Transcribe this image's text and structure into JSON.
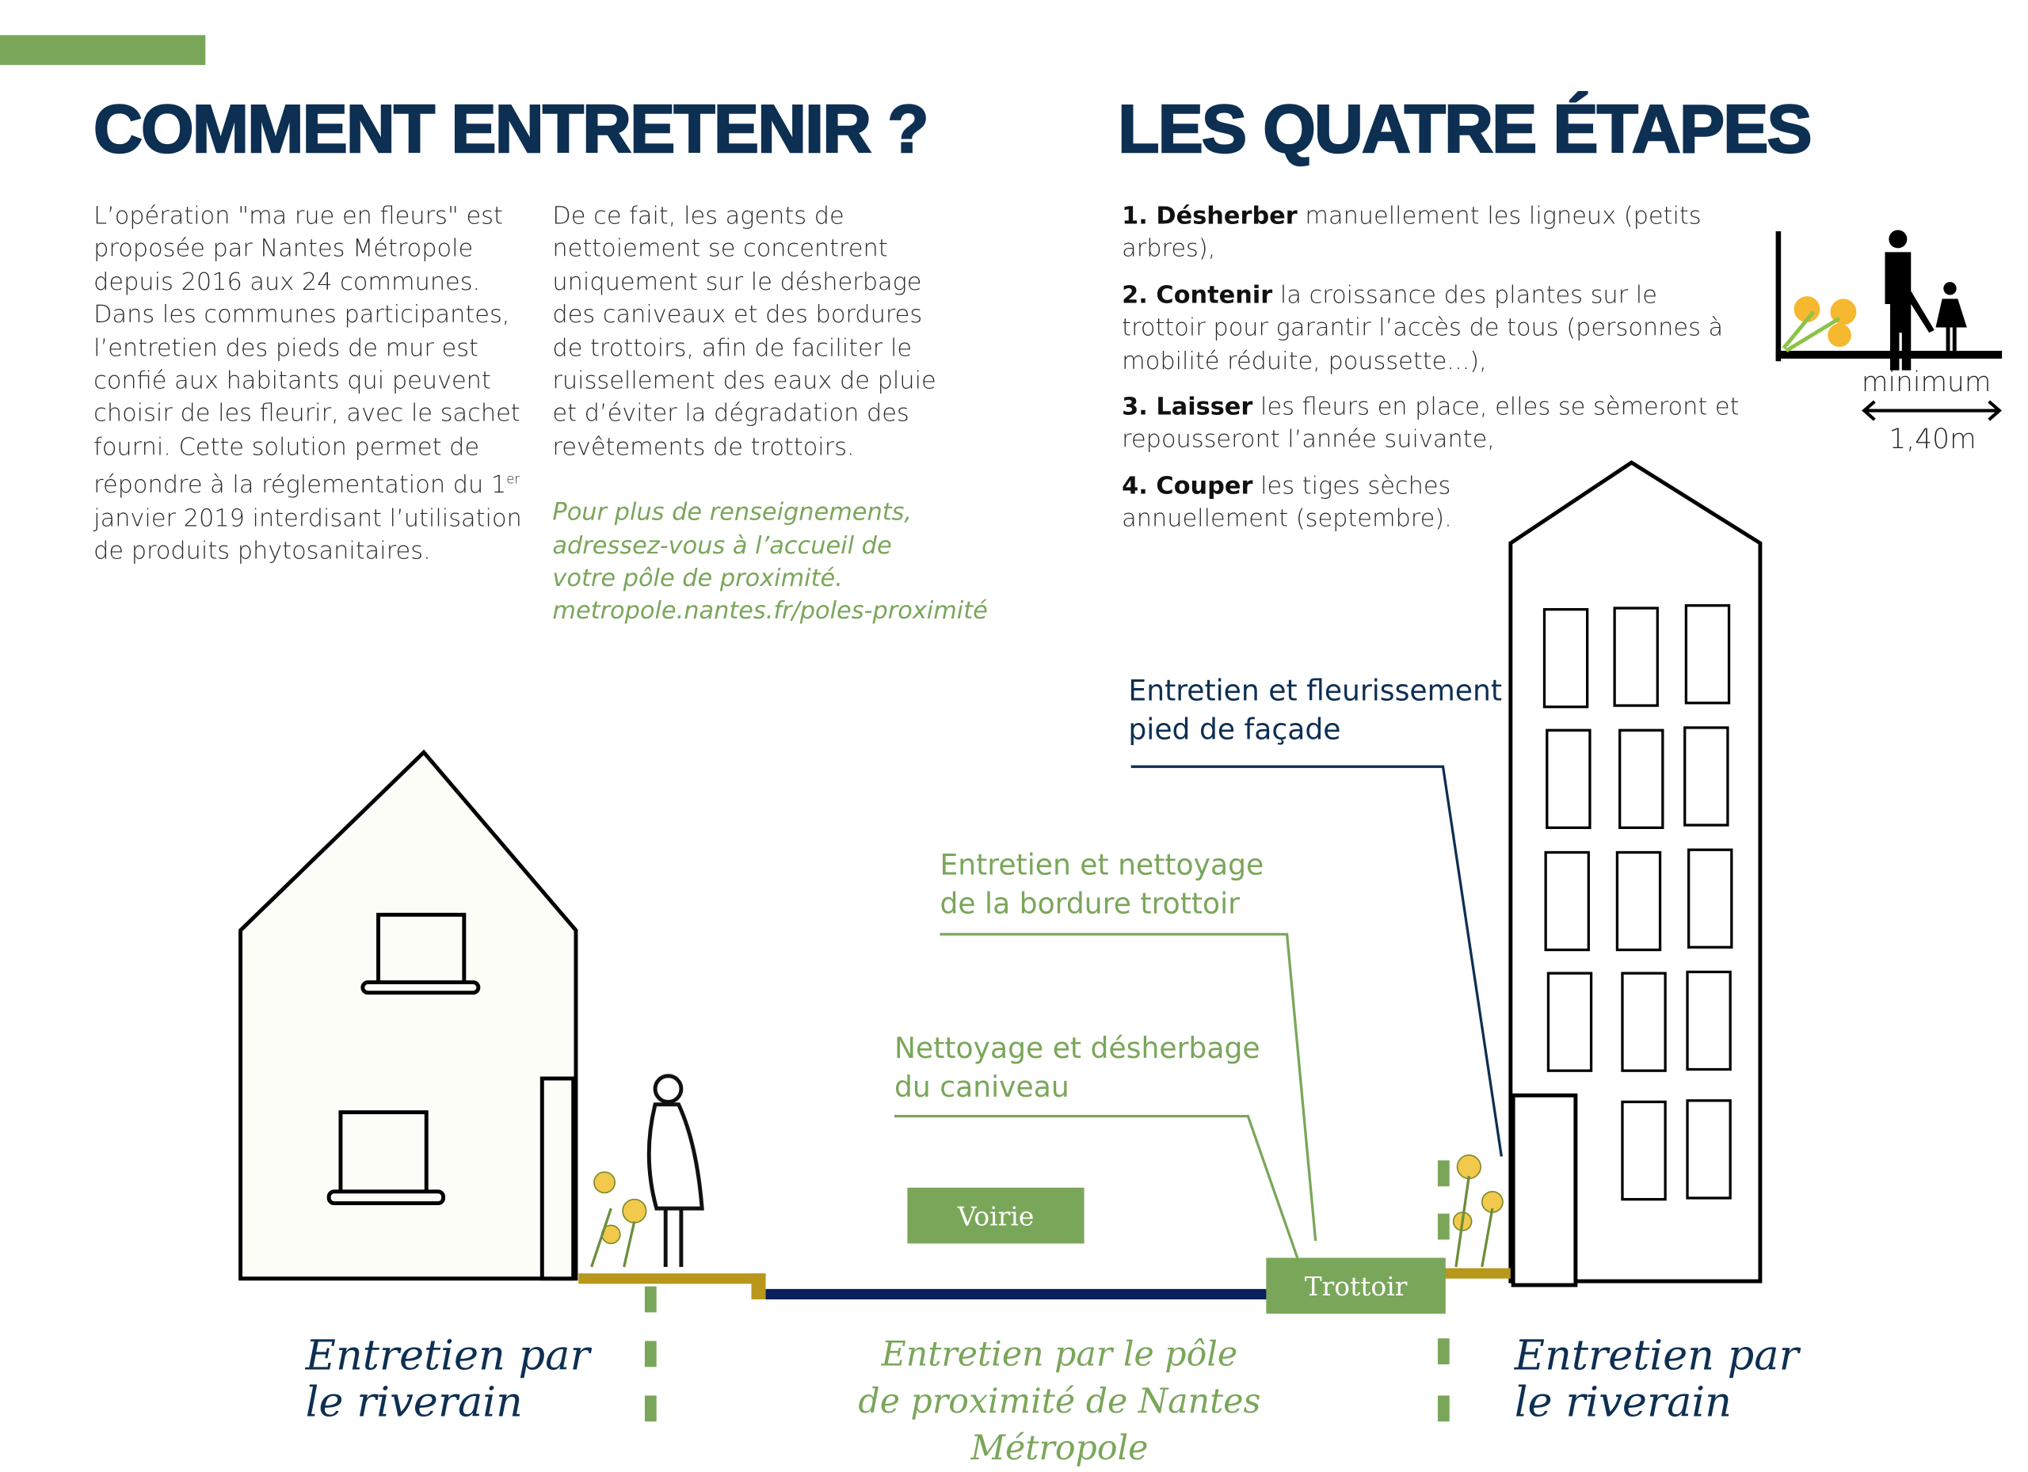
{
  "accent_bar_color": "#7aa65a",
  "left": {
    "title": "COMMENT ENTRETENIR ?",
    "col1": [
      "L’opération \"ma rue en fleurs\" est",
      "proposée par Nantes Métropole",
      "depuis 2016 aux 24 communes.",
      "Dans les communes participantes,",
      "l’entretien des pieds de mur est",
      "confié aux habitants qui peuvent",
      "choisir de les fleurir, avec le sachet",
      "fourni. Cette solution permet de",
      "répondre à la réglementation du 1",
      "janvier 2019 interdisant l’utilisation",
      "de produits phytosanitaires."
    ],
    "col1_sup": "er",
    "col2": [
      "De ce fait, les agents de",
      "nettoiement se concentrent",
      "uniquement sur le désherbage",
      "des caniveaux et des bordures",
      "de trottoirs, afin de faciliter le",
      "ruissellement des eaux de pluie",
      "et d’éviter la dégradation des",
      "revêtements de trottoirs."
    ],
    "info": [
      "Pour plus de renseignements,",
      "adressez-vous à l’accueil de",
      "votre pôle de proximité.",
      "metropole.nantes.fr/poles-proximité"
    ]
  },
  "right": {
    "title": "LES QUATRE ÉTAPES",
    "steps": [
      {
        "bold": "1. Désherber",
        "text": " manuellement les ligneux (petits arbres),"
      },
      {
        "bold": "2. Contenir",
        "text": " la croissance des plantes sur le trottoir pour garantir l’accès de tous (personnes à mobilité réduite, poussette...),"
      },
      {
        "bold": "3. Laisser",
        "text": " les fleurs en place, elles se sèmeront et repousseront l’année suivante,"
      },
      {
        "bold": "4. Couper",
        "text": " les tiges sèches annuellement (septembre)."
      }
    ],
    "width_label": "minimum",
    "width_value": "1,40m"
  },
  "diagram": {
    "label_facade": [
      "Entretien et fleurissement",
      "pied de façade"
    ],
    "label_bordure": [
      "Entretien et nettoyage",
      "de la bordure trottoir"
    ],
    "label_caniveau": [
      "Nettoyage et désherbage",
      "du caniveau"
    ],
    "tag_voirie": "Voirie",
    "tag_trottoir": "Trottoir",
    "riverain_left": [
      "Entretien par",
      "le riverain"
    ],
    "metropole": [
      "Entretien par le pôle",
      "de proximité de Nantes Métropole"
    ],
    "riverain_right": [
      "Entretien par",
      "le riverain"
    ]
  }
}
